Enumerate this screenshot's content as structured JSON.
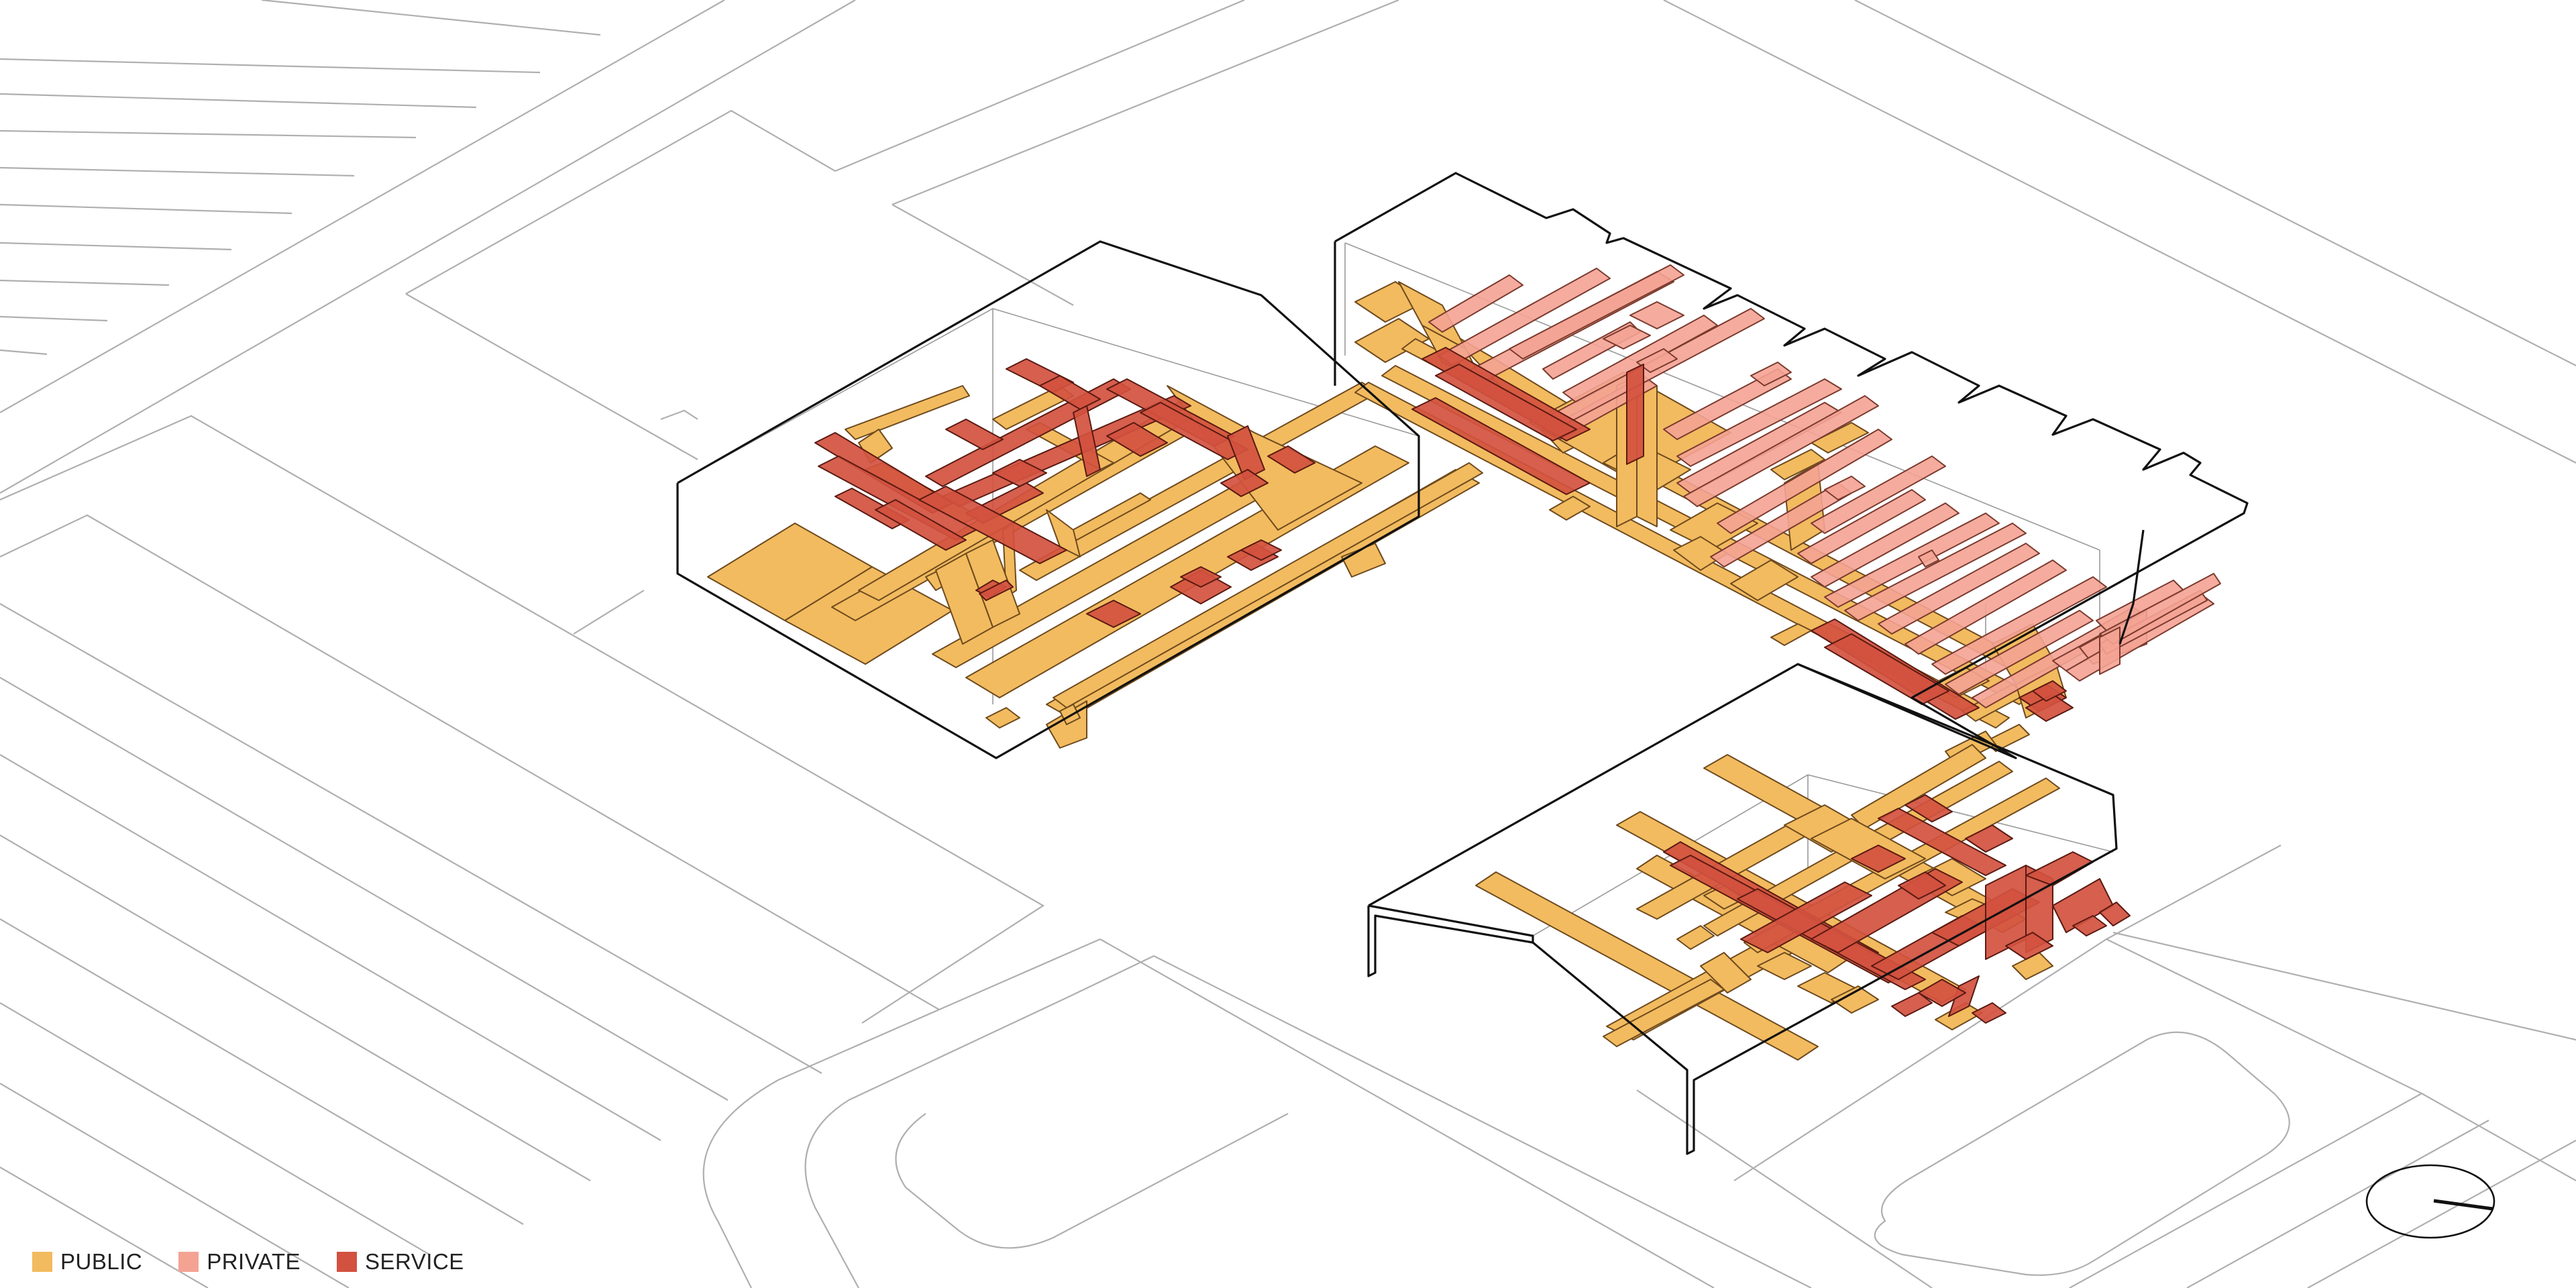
{
  "legend": [
    {
      "key": "public",
      "label": "PUBLIC",
      "color": "#F2BB5F"
    },
    {
      "key": "private",
      "label": "PRIVATE",
      "color": "#F4A393"
    },
    {
      "key": "service",
      "label": "SERVICE",
      "color": "#D2513F"
    }
  ],
  "colors": {
    "background": "#FFFFFF",
    "site_lines": "#AAAAAA",
    "building_outline": "#111111",
    "public": "#F2BB5F",
    "private": "#F4A393",
    "service": "#D2513F",
    "edge": "#6E4A1E"
  },
  "icons": [
    "north-arrow-icon"
  ]
}
